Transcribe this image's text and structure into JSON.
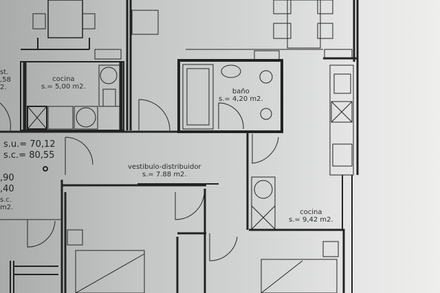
{
  "rooms": [
    {
      "name": "cocina",
      "area": "s.= 5,00 m2."
    },
    {
      "name": "baño",
      "area": "s.= 4,20 m2."
    },
    {
      "name": "vestibulo-distribuidor",
      "area": "s.= 7.88 m2."
    },
    {
      "name": "cocina",
      "area": "s.= 9,42 m2."
    }
  ],
  "totals": {
    "su": "s.u.= 70,12",
    "sc": "s.c.= 80,55"
  },
  "left_fragments": {
    "a": "st.",
    "b": ",58",
    "c": "2.",
    "d": ",90",
    "e": ",40",
    "f": "s.c.",
    "g": "m2."
  }
}
